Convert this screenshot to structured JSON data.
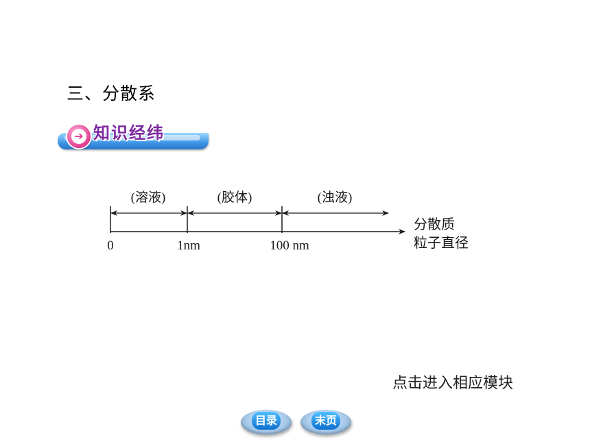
{
  "section_title": "三、分散系",
  "banner": {
    "label": "知识经纬",
    "icon": "arrow-right-icon"
  },
  "diagram": {
    "regions": [
      {
        "label": "(溶液)"
      },
      {
        "label": "(胶体)"
      },
      {
        "label": "(浊液)"
      }
    ],
    "ticks": [
      "0",
      "1nm",
      "100 nm"
    ],
    "axis_label": [
      "分散质",
      "粒子直径"
    ]
  },
  "hint": "点击进入相应模块",
  "nav": {
    "toc_label": "目录",
    "end_label": "末页"
  },
  "colors": {
    "banner_text": "#7d2a9f",
    "banner_bar": "#3f95e6",
    "button": "#0d6fd0"
  }
}
